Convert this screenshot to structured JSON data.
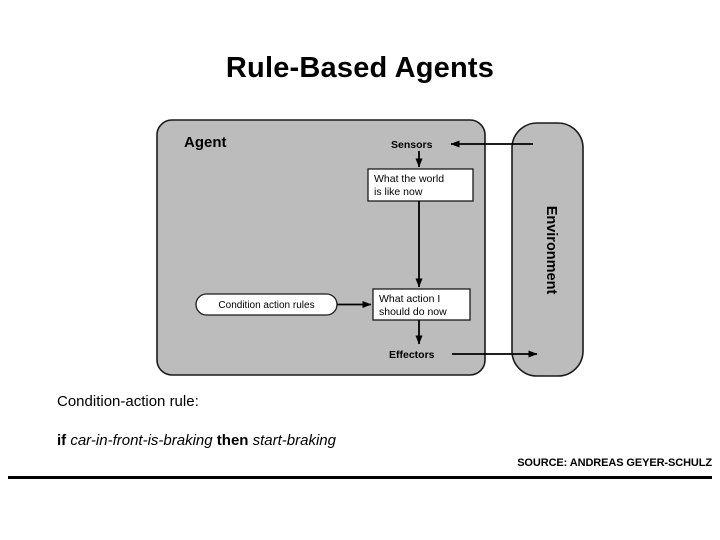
{
  "slide": {
    "title": "Rule-Based Agents",
    "background_color": "#ffffff"
  },
  "diagram": {
    "name": "simple-reflex-agent",
    "agent_box": {
      "label": "Agent",
      "fill_color": "#bcbcbc",
      "border_color": "#1a1a1a"
    },
    "environment_box": {
      "label": "Environment",
      "fill_color": "#bcbcbc",
      "border_color": "#1a1a1a",
      "orientation": "vertical"
    },
    "ports": {
      "sensors": "Sensors",
      "effectors": "Effectors"
    },
    "nodes": [
      {
        "id": "world-state",
        "line1": "What the world",
        "line2": "is like now",
        "fill_color": "#ffffff"
      },
      {
        "id": "action-choice",
        "line1": "What action I",
        "line2": "should do now",
        "fill_color": "#ffffff"
      }
    ],
    "rule_oval": {
      "id": "condition-action-rules",
      "label": "Condition  action rules",
      "fill_color": "#ffffff"
    },
    "arrow_color": "#000000"
  },
  "caption": {
    "rule_label": "Condition-action rule:",
    "rule_expression": {
      "if_keyword": "if",
      "condition": "car-in-front-is-braking",
      "then_keyword": "then",
      "action": "start-braking"
    }
  },
  "footer": {
    "source": "SOURCE: ANDREAS GEYER-SCHULZ",
    "divider_color": "#000000"
  }
}
